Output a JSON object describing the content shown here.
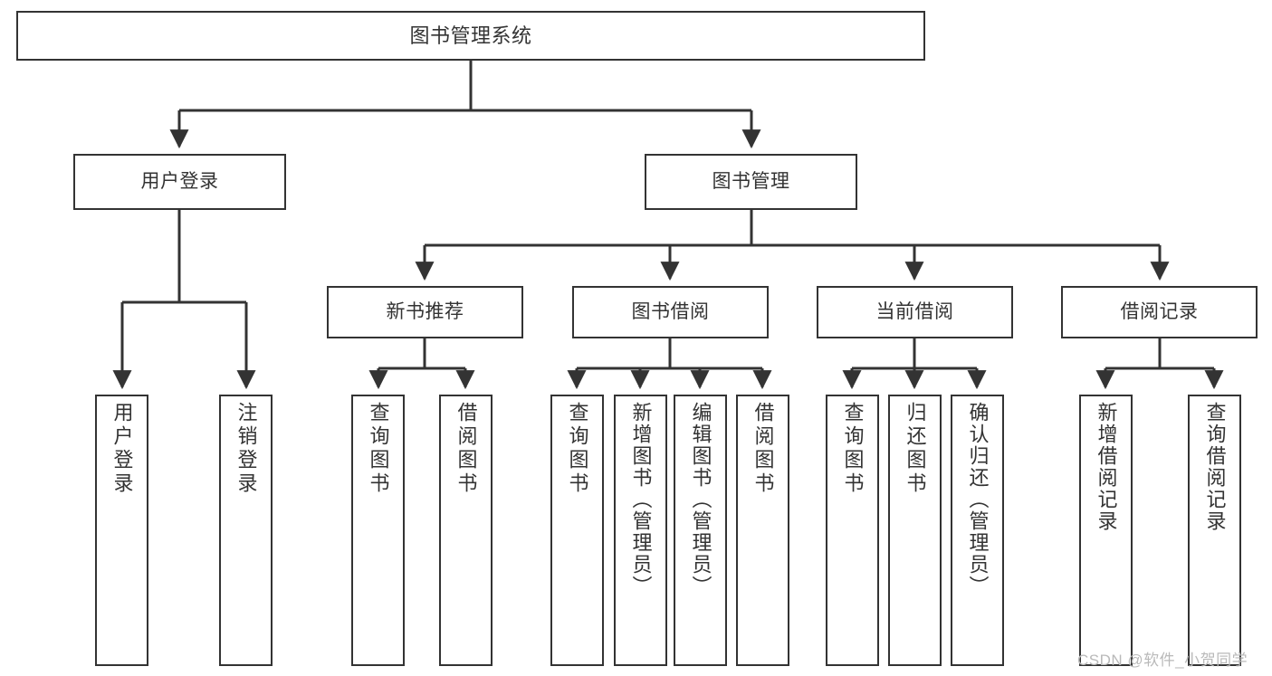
{
  "diagram": {
    "title": "图书管理系统",
    "type": "function-hierarchy-tree",
    "orientation": "top-down",
    "colors": {
      "stroke": "#333333",
      "fill": "#ffffff",
      "text": "#333333",
      "watermark": "#b9b9b9"
    },
    "nodes": {
      "root": {
        "label": "图书管理系统",
        "level": 1
      },
      "level2": [
        {
          "id": "user-login",
          "label": "用户登录",
          "level": 2
        },
        {
          "id": "book-management",
          "label": "图书管理",
          "level": 2
        }
      ],
      "level3": [
        {
          "id": "new-book-recommend",
          "label": "新书推荐",
          "level": 3,
          "parent": "book-management"
        },
        {
          "id": "book-borrow",
          "label": "图书借阅",
          "level": 3,
          "parent": "book-management"
        },
        {
          "id": "current-borrow",
          "label": "当前借阅",
          "level": 3,
          "parent": "book-management"
        },
        {
          "id": "borrow-record",
          "label": "借阅记录",
          "level": 3,
          "parent": "book-management"
        }
      ],
      "leaves": [
        {
          "id": "leaf-user-login",
          "label": "用户登录",
          "parent": "user-login"
        },
        {
          "id": "leaf-logout-login",
          "label": "注销登录",
          "parent": "user-login"
        },
        {
          "id": "leaf-query-book-1",
          "label": "查询图书",
          "parent": "new-book-recommend"
        },
        {
          "id": "leaf-borrow-book-1",
          "label": "借阅图书",
          "parent": "new-book-recommend"
        },
        {
          "id": "leaf-query-book-2",
          "label": "查询图书",
          "parent": "book-borrow"
        },
        {
          "id": "leaf-add-book",
          "label": "新增图书（管理员）",
          "parent": "book-borrow"
        },
        {
          "id": "leaf-edit-book",
          "label": "编辑图书（管理员）",
          "parent": "book-borrow"
        },
        {
          "id": "leaf-borrow-book-2",
          "label": "借阅图书",
          "parent": "book-borrow"
        },
        {
          "id": "leaf-query-book-3",
          "label": "查询图书",
          "parent": "current-borrow"
        },
        {
          "id": "leaf-return-book",
          "label": "归还图书",
          "parent": "current-borrow"
        },
        {
          "id": "leaf-confirm-return",
          "label": "确认归还（管理员）",
          "parent": "current-borrow"
        },
        {
          "id": "leaf-add-record",
          "label": "新增借阅记录",
          "parent": "borrow-record"
        },
        {
          "id": "leaf-query-record",
          "label": "查询借阅记录",
          "parent": "borrow-record"
        }
      ]
    },
    "watermark": "CSDN @软件_小贺同学"
  }
}
